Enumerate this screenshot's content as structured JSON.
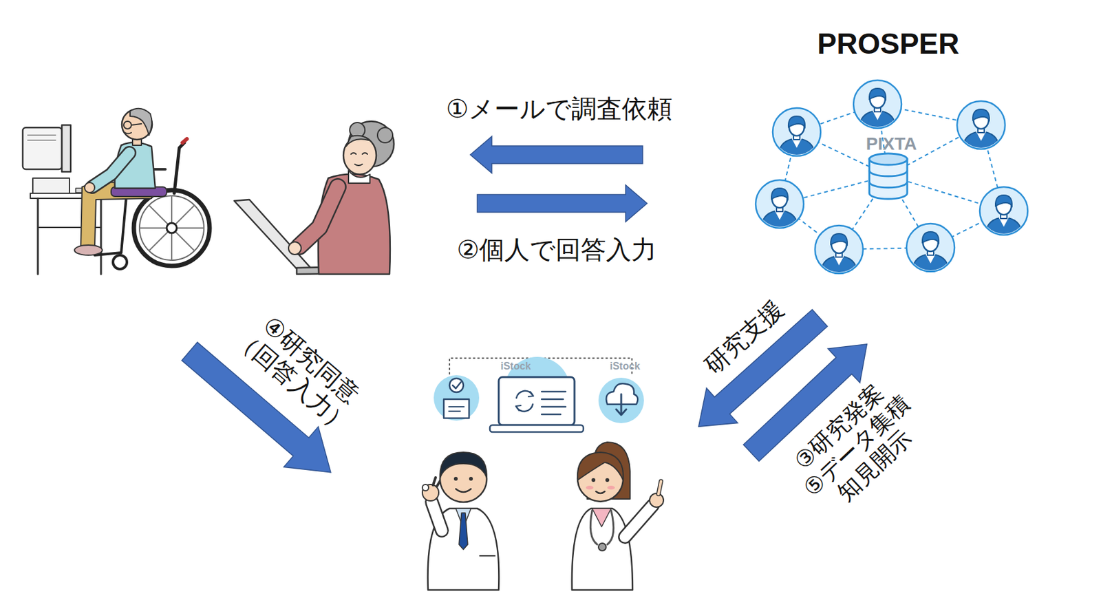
{
  "diagram": {
    "nodes": [
      {
        "text": [
          "PROSPER"
        ]
      },
      {
        "text": []
      },
      {
        "text": []
      }
    ],
    "edges": [
      {
        "from": 0,
        "to": 1,
        "arrow": "to",
        "label": "①メールで調査依頼"
      },
      {
        "from": 1,
        "to": 0,
        "arrow": "to",
        "label": "②個人で回答入力"
      },
      {
        "from": 1,
        "to": 2,
        "arrow": "to",
        "label": "④研究同意 （回答入力）"
      },
      {
        "from": 0,
        "to": 2,
        "arrow": "to",
        "label": "研究支援"
      },
      {
        "from": 2,
        "to": 0,
        "arrow": "to",
        "label": "③研究発案 ⑤データ集積 知見開示"
      }
    ],
    "labels": [
      "iStock",
      "iStock",
      "PIXTA"
    ]
  }
}
